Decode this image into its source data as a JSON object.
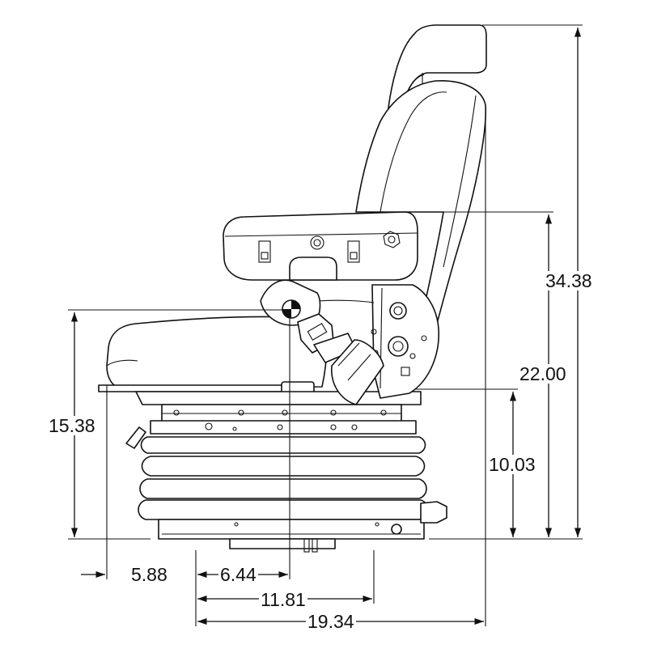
{
  "dimensions": {
    "overall_height": "34.38",
    "armrest_height": "22.00",
    "base_height": "10.03",
    "seat_height": "15.38",
    "front_offset": "5.88",
    "sip_offset": "6.44",
    "seat_depth": "11.81",
    "overall_depth": "19.34"
  },
  "colors": {
    "ink": "#111111",
    "paper": "#ffffff"
  }
}
